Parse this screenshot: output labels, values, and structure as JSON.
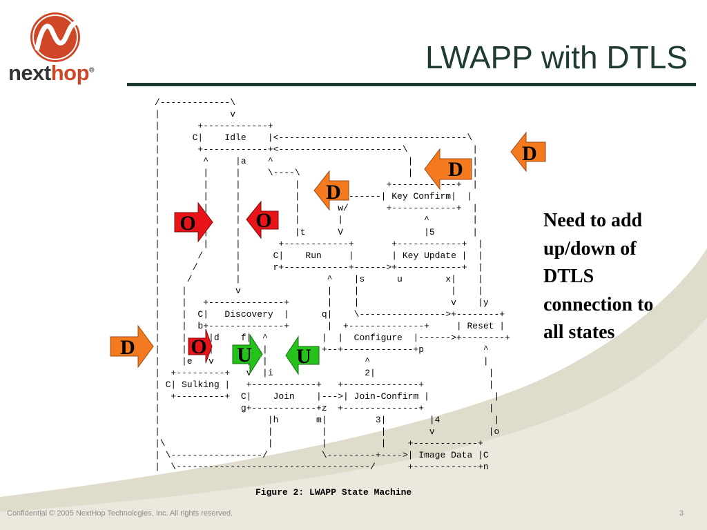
{
  "colors": {
    "title": "#1f3b32",
    "brand_red": "#cf4726",
    "arrow_orange": "#f47a20",
    "arrow_red": "#e8141a",
    "arrow_green": "#26c21c",
    "footer_text": "#8c8c8c",
    "bg_swoosh": "#dfdccc"
  },
  "logo": {
    "icon": "nexthop-wave-logo-icon",
    "word_part1": "next",
    "word_part2": "hop",
    "registered": "®"
  },
  "title": "LWAPP with DTLS",
  "diagram_text": "/-------------\\\n|             v\n|       +------------+\n|      C|    Idle    |<-----------------------------------\\\n|       +------------+<-----------------------\\            |\n|        ^     |a    ^                         |           |\n|        |     |     \\----\\                    |           |\n|        |     |          |                +------------+  |\n|        |     |          |        -------| Key Confirm|  |\n|        |     |          |       w/       +------------+  |\n|        |     |          |       |               ^        |\n|        |     |          |t      V               |5       |\n|        |     |       +------------+       +------------+  |\n|       /      |      C|    Run     |       | Key Update |  |\n|      /       |      r+------------+------>+------------+  |\n|     /        |                ^    |s      u        x|    |\n|    |         v                |    |                 |    |\n|    |   +--------------+       |    |                 v    |y\n|    |  C|   Discovery  |      q|    \\---------------->+--------+\n|    |  b+--------------+       |  +--------------+     | Reset |\n|    |    |d    f|  ^          |  |  Configure  |------>+--------+\n|    |    |      |  |          +--+-------------+p           ^\n|    |e   v      |  |                  ^                     |\n|  +---------+   v  |i                 2|                     |\n| C| Sulking |   +------------+   +--------------+            |\n|  +---------+  C|    Join    |--->| Join-Confirm |            |\n|               g+------------+z  +--------------+            |\n|                    |h       m|         3|        |4          |\n|                    |         |          |        v          |o\n|\\                   |         |          |    +------------+\n| \\-----------------/          \\---------+---->| Image Data |C\n|  \\------------------------------------/      +------------+n",
  "figure_caption": "Figure 2: LWAPP State Machine",
  "arrows": [
    {
      "label": "D",
      "color": "orange",
      "direction": "left"
    },
    {
      "label": "D",
      "color": "orange",
      "direction": "left"
    },
    {
      "label": "D",
      "color": "orange",
      "direction": "left"
    },
    {
      "label": "O",
      "color": "red",
      "direction": "right"
    },
    {
      "label": "O",
      "color": "red",
      "direction": "left"
    },
    {
      "label": "D",
      "color": "orange",
      "direction": "right"
    },
    {
      "label": "O",
      "color": "red",
      "direction": "right"
    },
    {
      "label": "U",
      "color": "green",
      "direction": "right"
    },
    {
      "label": "U",
      "color": "green",
      "direction": "left"
    }
  ],
  "note_text": "Need to add up/down of DTLS connection to all states",
  "footer": {
    "confidential": "Confidential © 2005 NextHop Technologies, Inc. All rights reserved.",
    "page_number": "3"
  }
}
